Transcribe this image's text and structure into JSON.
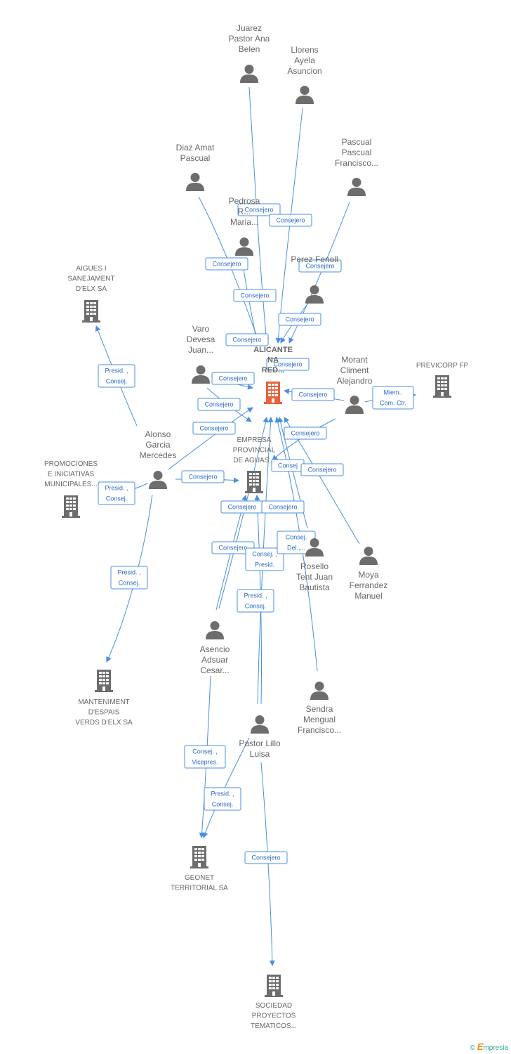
{
  "nodes": {
    "focus": {
      "lines": [
        "ALICANTE",
        "NA",
        "RED..."
      ],
      "color": "#e9603a"
    },
    "empresa": {
      "lines": [
        "EMPRESA",
        "PROVINCIAL",
        "DE AGUAS..."
      ]
    },
    "aigues": {
      "lines": [
        "AIGUES I",
        "SANEJAMENT",
        "D'ELX SA"
      ]
    },
    "promociones": {
      "lines": [
        "PROMOCIONES",
        "E INICIATIVAS",
        "MUNICIPALES..."
      ]
    },
    "manteniment": {
      "lines": [
        "MANTENIMENT",
        "D'ESPAIS",
        "VERDS D'ELX SA"
      ]
    },
    "previcorp": {
      "lines": [
        "PREVICORP FP"
      ]
    },
    "geonet": {
      "lines": [
        "GEONET",
        "TERRITORIAL SA"
      ]
    },
    "sociedad": {
      "lines": [
        "SOCIEDAD",
        "PROYECTOS",
        "TEMATICOS..."
      ]
    },
    "juarez": {
      "lines": [
        "Juarez",
        "Pastor Ana",
        "Belen"
      ]
    },
    "llorens": {
      "lines": [
        "Llorens",
        "Ayela",
        "Asuncion"
      ]
    },
    "diaz": {
      "lines": [
        "Diaz Amat",
        "Pascual"
      ]
    },
    "pascual": {
      "lines": [
        "Pascual",
        "Pascual",
        "Francisco..."
      ]
    },
    "pedrosa": {
      "lines": [
        "Pedrosa",
        "R...",
        "Maria..."
      ]
    },
    "perez": {
      "lines": [
        "Perez Fenoll"
      ]
    },
    "varo": {
      "lines": [
        "Varo",
        "Devesa",
        "Juan..."
      ]
    },
    "morant": {
      "lines": [
        "Morant",
        "Climent",
        "Alejandro"
      ]
    },
    "alonso": {
      "lines": [
        "Alonso",
        "Garcia",
        "Mercedes"
      ]
    },
    "rosello": {
      "lines": [
        "Rosello",
        "Tent Juan",
        "Bautista"
      ]
    },
    "moya": {
      "lines": [
        "Moya",
        "Ferrandez",
        "Manuel"
      ]
    },
    "asencio": {
      "lines": [
        "Asencio",
        "Adsuar",
        "Cesar..."
      ]
    },
    "sendra": {
      "lines": [
        "Sendra",
        "Mengual",
        "Francisco..."
      ]
    },
    "pastor": {
      "lines": [
        "Pastor Lillo",
        "Luisa"
      ]
    }
  },
  "edge_labels": {
    "consejero": "Consejero",
    "presid_consej": [
      "Presid. ,",
      "Consej."
    ],
    "miem_com": [
      "Miem..",
      "Com. Ctr."
    ],
    "consej_presid": [
      "Consej. ,",
      "Presid."
    ],
    "consej_vicepres": [
      "Consej. ,",
      "Vicepres."
    ],
    "consej_del": [
      "Consej.",
      "Del.,..."
    ],
    "consej_trunc": "Consej"
  },
  "branding": {
    "copyright": "©",
    "brand_letter": "E",
    "brand_rest": "mpresia"
  },
  "colors": {
    "edge": "#4a8fe0",
    "node": "#6d6d6d",
    "focus": "#e9603a",
    "label_text": "#2b6cc4"
  }
}
